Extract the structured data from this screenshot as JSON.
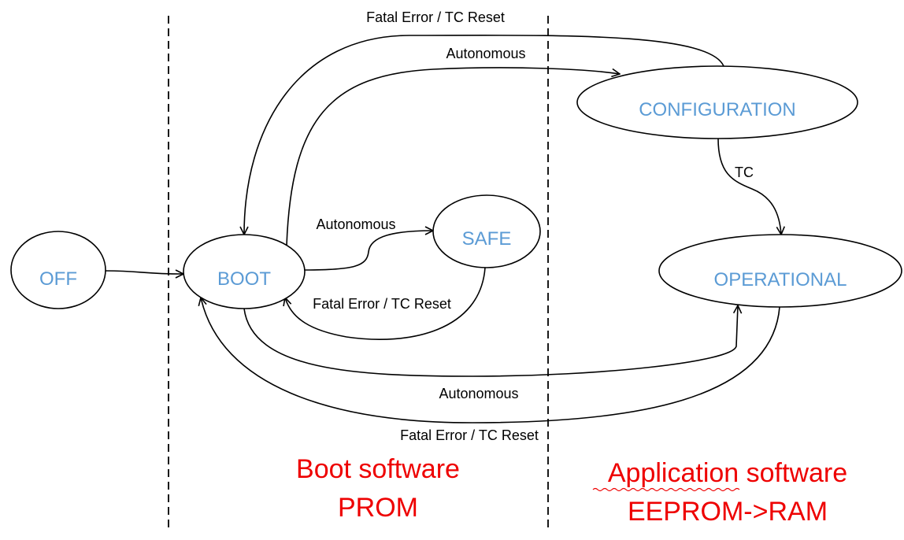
{
  "states": {
    "off": "OFF",
    "boot": "BOOT",
    "safe": "SAFE",
    "configuration": "CONFIGURATION",
    "operational": "OPERATIONAL"
  },
  "edges": {
    "config_to_boot": "Fatal Error / TC Reset",
    "boot_to_config": "Autonomous",
    "config_to_operational": "TC",
    "boot_to_safe": "Autonomous",
    "safe_to_boot": "Fatal Error / TC Reset",
    "boot_to_operational": "Autonomous",
    "operational_to_boot": "Fatal Error / TC Reset"
  },
  "regions": {
    "boot_line1": "Boot software",
    "boot_line2": "PROM",
    "app_line1": "Application software",
    "app_line2": "EEPROM->RAM"
  },
  "colors": {
    "state_text": "#5b9bd5",
    "region_text": "#ee0000",
    "spellcheck_underline": "#ee0000"
  }
}
